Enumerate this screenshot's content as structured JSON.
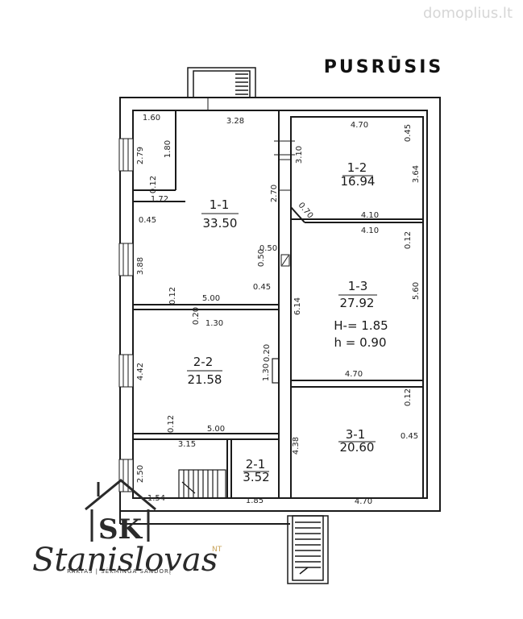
{
  "watermark": "domoplius.lt",
  "plan_title": "PUSRŪSIS",
  "rooms": {
    "r11": {
      "id": "1-1",
      "area": "33.50"
    },
    "r12": {
      "id": "1-2",
      "area": "16.94"
    },
    "r13": {
      "id": "1-3",
      "area": "27.92",
      "height_big": "H-= 1.85",
      "height_small": "h = 0.90"
    },
    "r22": {
      "id": "2-2",
      "area": "21.58"
    },
    "r21": {
      "id": "2-1",
      "area": "3.52"
    },
    "r31": {
      "id": "3-1",
      "area": "20.60"
    }
  },
  "dimensions": {
    "d160": "1.60",
    "d328": "3.28",
    "d279": "2.79",
    "d180": "1.80",
    "d012a": "0.12",
    "d172": "1.72",
    "d045a": "0.45",
    "d270": "2.70",
    "d310": "3.10",
    "d470a": "4.70",
    "d045b": "0.45",
    "d364": "3.64",
    "d070": "0.70",
    "d410a": "4.10",
    "d410b": "4.10",
    "d012b": "0.12",
    "d560": "5.60",
    "d050": "0.50",
    "d050v": "0.50",
    "d388": "3.88",
    "d012c": "0.12",
    "d500a": "5.00",
    "d045c": "0.45",
    "d614": "6.14",
    "d020a": "0.20",
    "d130a": "1.30",
    "d020b": "0.20",
    "d442": "4.42",
    "d130b": "1.30",
    "d470b": "4.70",
    "d012d": "0.12",
    "d500b": "5.00",
    "d012e": "0.12",
    "d315": "3.15",
    "d438": "4.38",
    "d045d": "0.45",
    "d250": "2.50",
    "d154": "1.54",
    "d185": "1.85",
    "d470c": "4.70"
  },
  "logo": {
    "letters": "SK",
    "script_name": "Stanislovas",
    "superscript": "NT",
    "tagline": "RAKTAS | SĖKMINGA SANDORĮ"
  },
  "colors": {
    "ink": "#1a1a1a",
    "watermark": "#d6d6d6",
    "logo_accent": "#c9a35a"
  }
}
